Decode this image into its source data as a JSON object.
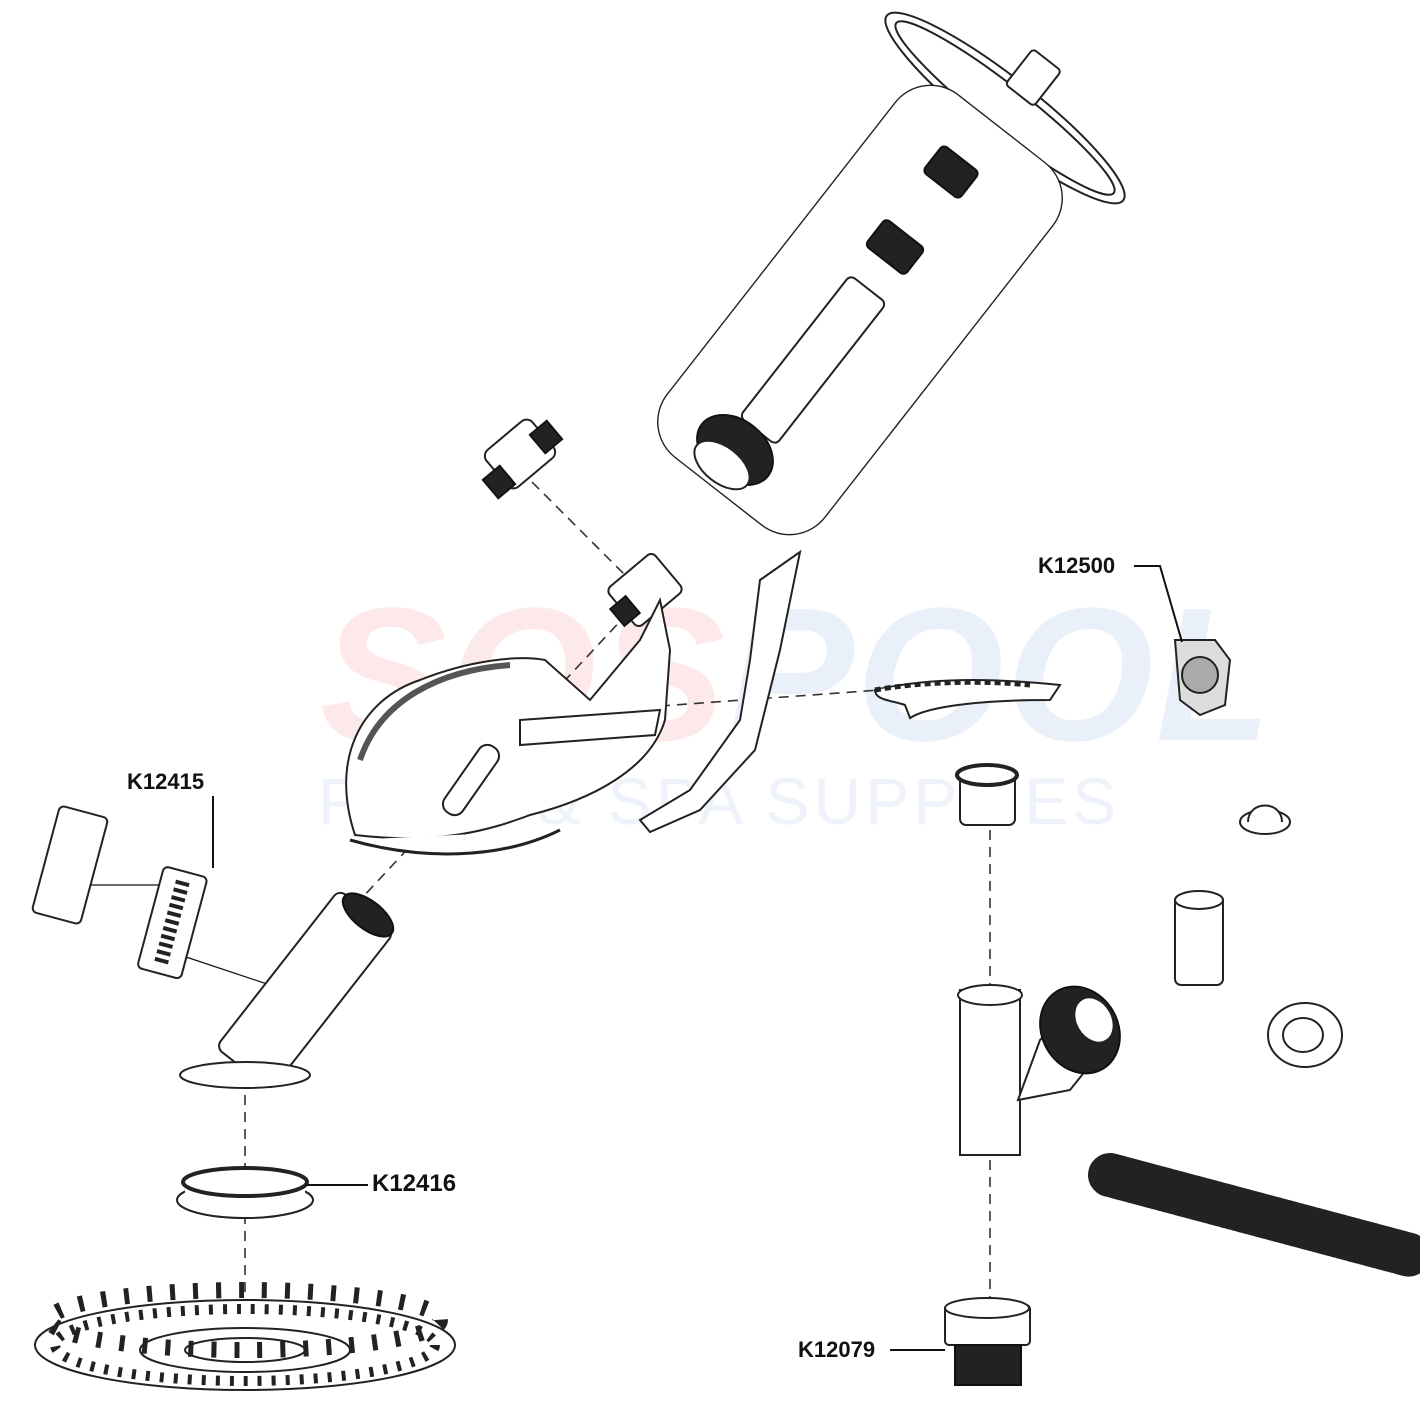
{
  "watermark": {
    "brand_part1": "SOS",
    "brand_part2": "POOL",
    "tagline": "POOL & SPA SUPPLIES"
  },
  "part_labels": {
    "k12500": "K12500",
    "k12415": "K12415",
    "k12416": "K12416",
    "k12079": "K12079"
  }
}
